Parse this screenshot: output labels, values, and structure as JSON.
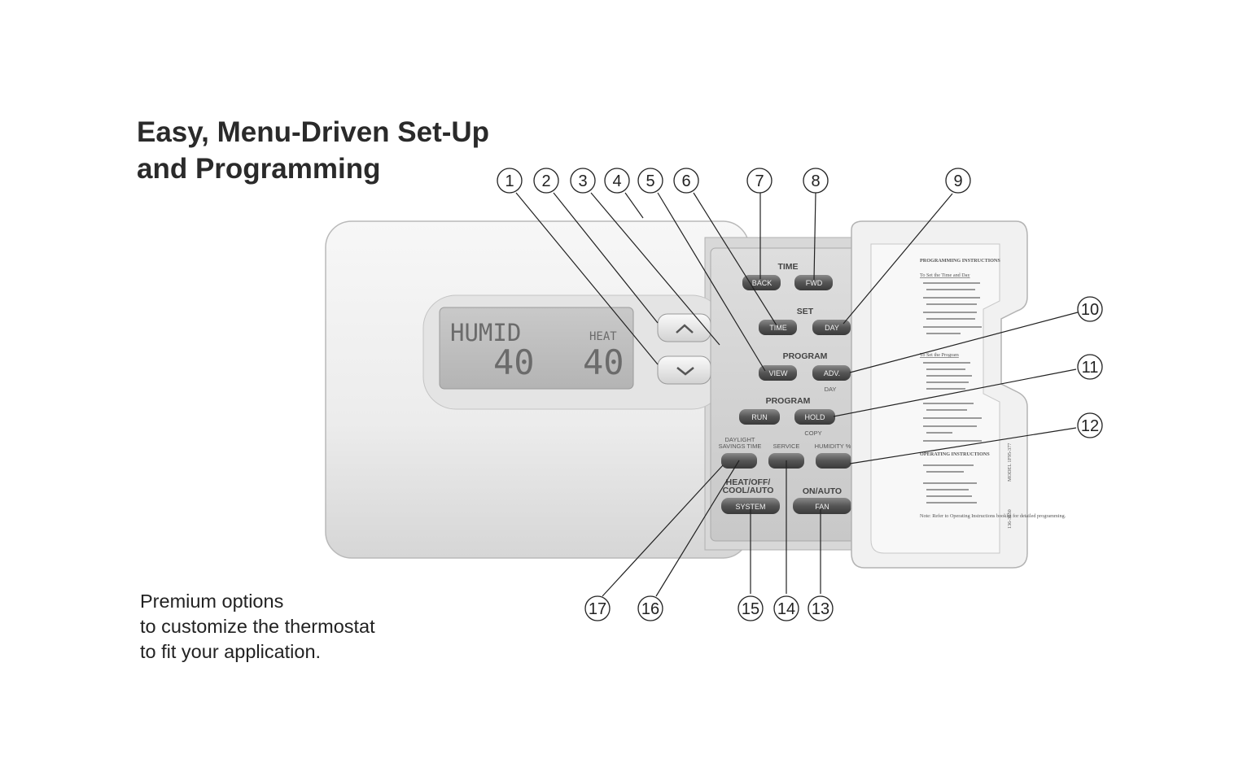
{
  "headline": {
    "line1": "Easy, Menu-Driven Set-Up",
    "line2": "and Programming"
  },
  "caption": {
    "line1": "Premium options",
    "line2": "to customize the thermostat",
    "line3": "to fit your application."
  },
  "display": {
    "left_label": "HUMID",
    "left_value": "40",
    "right_label": "HEAT",
    "right_value": "40"
  },
  "groups": {
    "time": "TIME",
    "set": "SET",
    "program_top": "PROGRAM",
    "day": "DAY",
    "program_mid": "PROGRAM",
    "copy": "COPY",
    "system_group": "HEAT/OFF/\nCOOL/AUTO",
    "system_line1": "HEAT/OFF/",
    "system_line2": "COOL/AUTO",
    "fan_group": "ON/AUTO",
    "daylight_line1": "DAYLIGHT",
    "daylight_line2": "SAVINGS TIME",
    "service": "SERVICE",
    "humidity": "HUMIDITY %"
  },
  "buttons": {
    "back": "BACK",
    "fwd": "FWD",
    "time": "TIME",
    "day": "DAY",
    "view": "VIEW",
    "adv": "ADV.",
    "run": "RUN",
    "hold": "HOLD",
    "system": "SYSTEM",
    "fan": "FAN"
  },
  "callouts": [
    "1",
    "2",
    "3",
    "4",
    "5",
    "6",
    "7",
    "8",
    "9",
    "10",
    "11",
    "12",
    "13",
    "14",
    "15",
    "16",
    "17"
  ],
  "card": {
    "title": "PROGRAMMING INSTRUCTIONS",
    "section1": "To Set the Time and Day",
    "section2": "To Set the Program",
    "section3": "OPERATING INSTRUCTIONS",
    "model": "MODEL 1F95-377",
    "part": "136-3050",
    "note": "Note: Refer to Operating Instructions booklet for detailed programming."
  }
}
